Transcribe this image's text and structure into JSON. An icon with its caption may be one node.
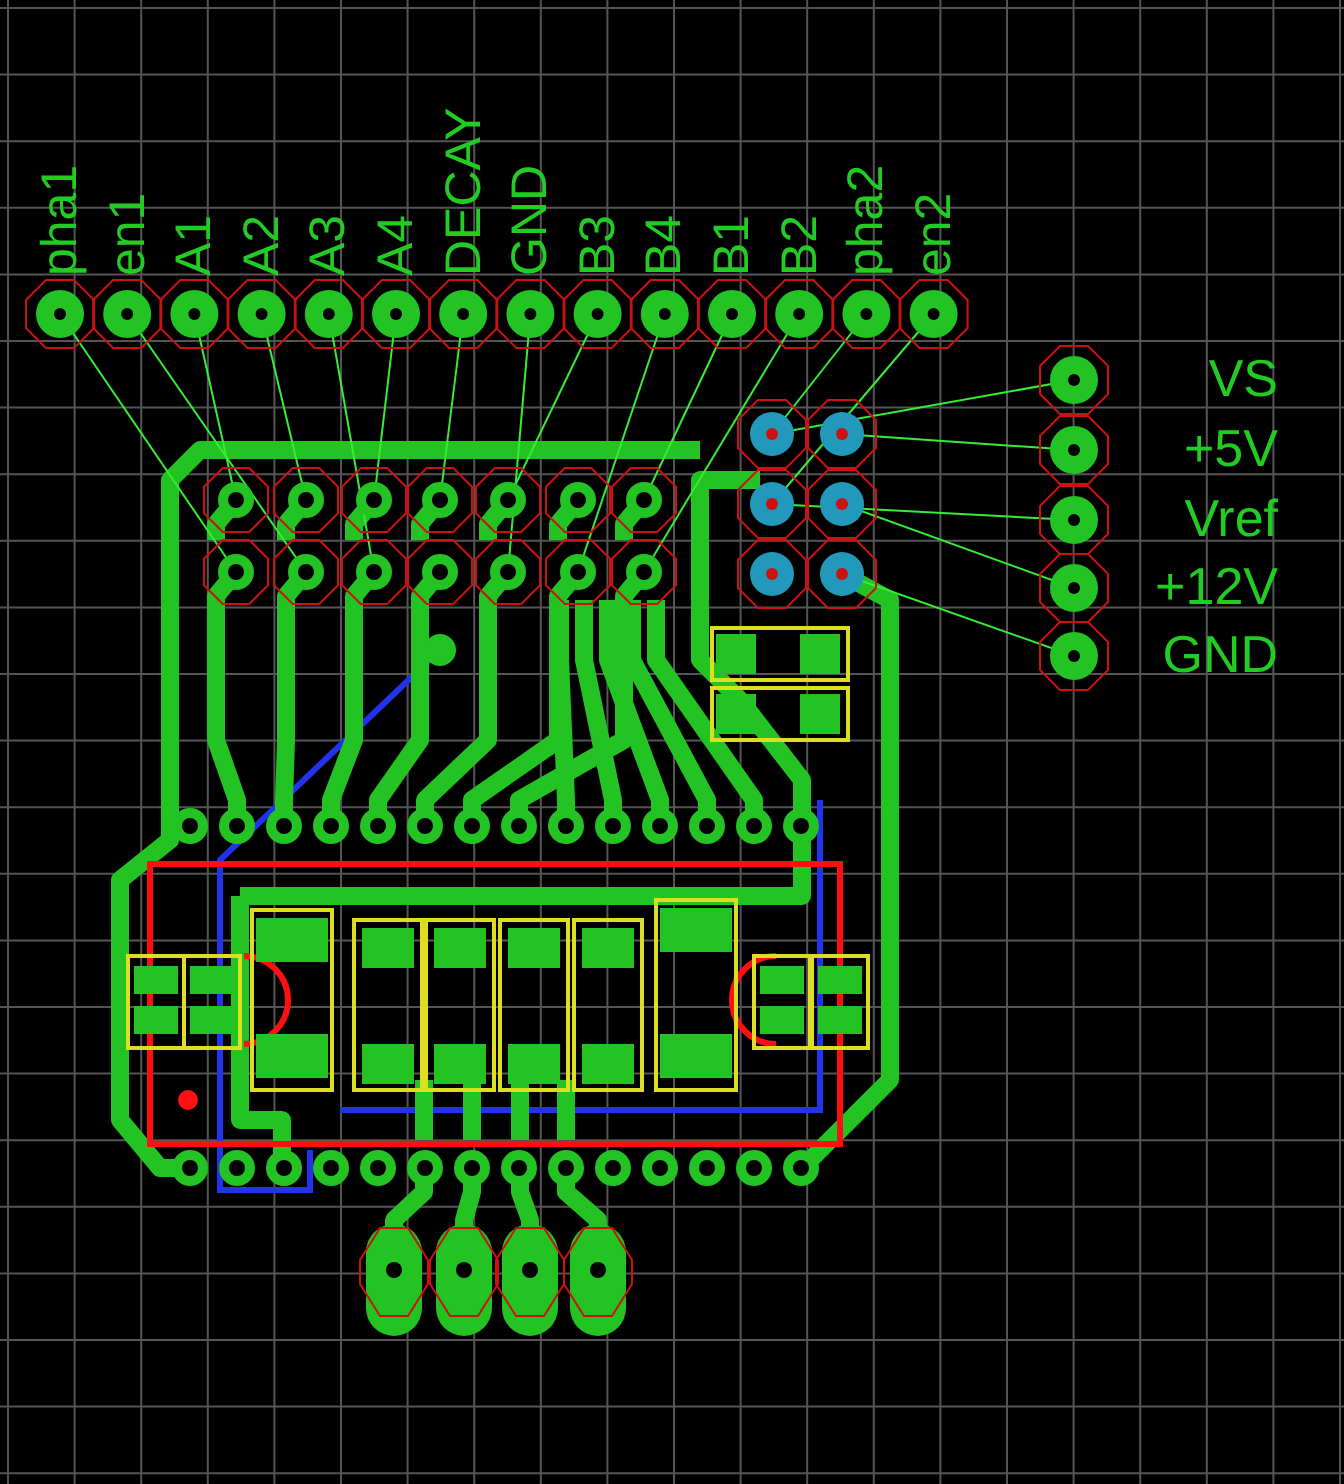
{
  "diagram": {
    "labels": [
      "pha1",
      "en1",
      "A1",
      "A2",
      "A3",
      "A4",
      "DECAY",
      "GND",
      "B3",
      "B4",
      "B1",
      "B2",
      "pha2",
      "en2",
      "VS",
      "+5V",
      "Vref",
      "+12V",
      "GND"
    ]
  }
}
